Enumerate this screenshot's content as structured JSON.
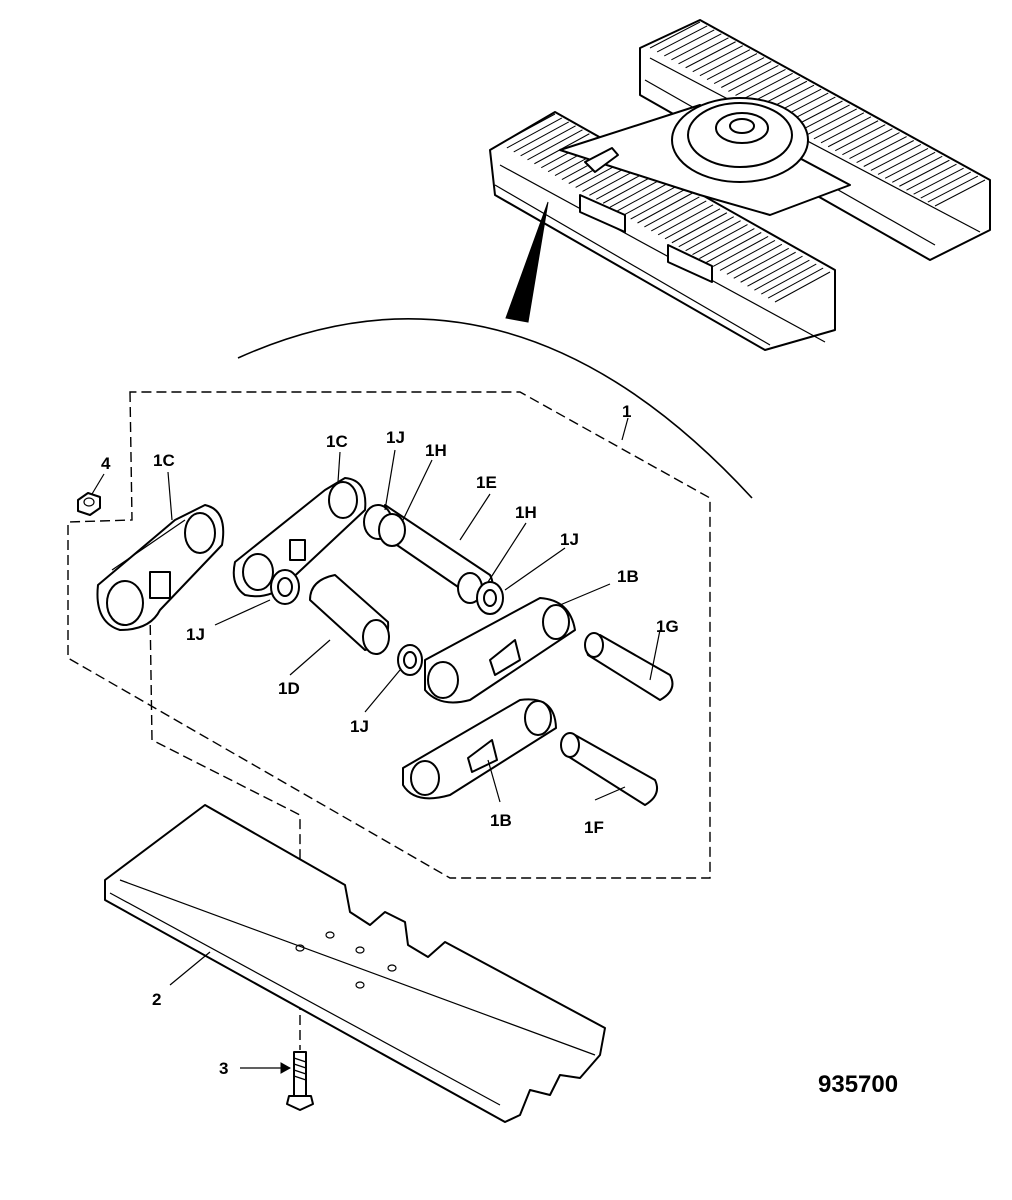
{
  "figure_number": "935700",
  "callouts": {
    "c1": "1",
    "c1B_top": "1B",
    "c1B_bottom": "1B",
    "c1C_left": "1C",
    "c1C_right": "1C",
    "c1D": "1D",
    "c1E": "1E",
    "c1F": "1F",
    "c1G": "1G",
    "c1H_left": "1H",
    "c1H_right": "1H",
    "c1J_top": "1J",
    "c1J_right": "1J",
    "c1J_left": "1J",
    "c1J_bottom": "1J",
    "c2": "2",
    "c3": "3",
    "c4": "4"
  }
}
